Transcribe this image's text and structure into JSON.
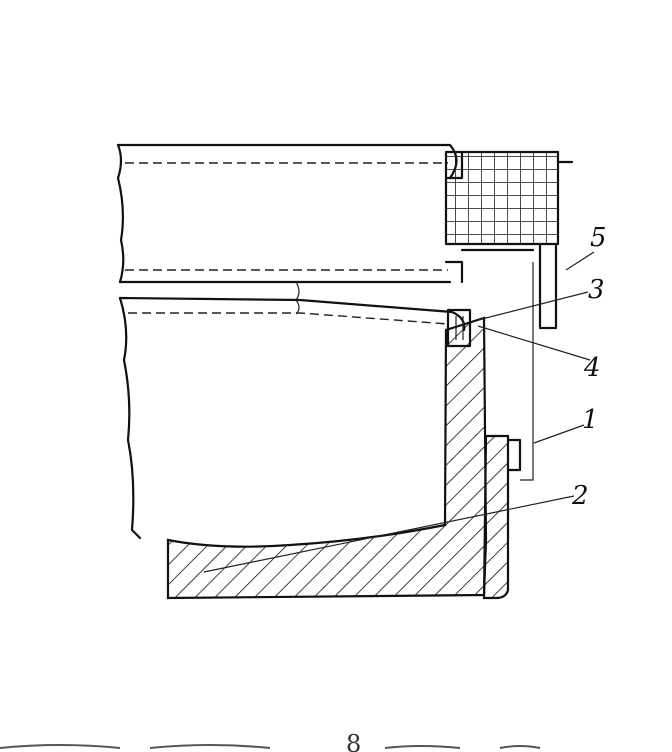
{
  "labels": [
    {
      "id": "1",
      "text": "1"
    },
    {
      "id": "2",
      "text": "2"
    },
    {
      "id": "3",
      "text": "3"
    },
    {
      "id": "4",
      "text": "4"
    },
    {
      "id": "5",
      "text": "5"
    }
  ],
  "caption": {
    "figure_number": "8"
  },
  "colors": {
    "ink": "#111111",
    "paper": "#ffffff"
  }
}
